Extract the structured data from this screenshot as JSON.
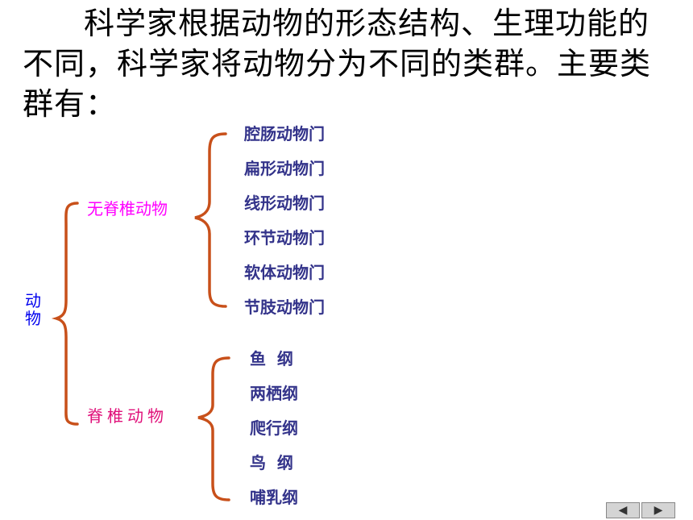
{
  "intro_text": "科学家根据动物的形态结构、生理功能的不同，科学家将动物分为不同的类群。主要类群有：",
  "root_label": "动物",
  "invertebrates": {
    "label": "无脊椎动物",
    "items": [
      "腔肠动物门",
      "扁形动物门",
      "线形动物门",
      "环节动物门",
      "软体动物门",
      "节肢动物门"
    ]
  },
  "vertebrates": {
    "label": "脊椎动物",
    "items": [
      "鱼  纲",
      "两栖纲",
      "爬行纲",
      "鸟  纲",
      "哺乳纲"
    ]
  },
  "nav": {
    "prev_icon": "◀",
    "next_icon": "▶"
  },
  "colors": {
    "brace": "#c8501a",
    "item_text": "#33338a",
    "root_text": "#0000ee",
    "invert_label": "#ff00ff",
    "vert_label": "#e0107a"
  }
}
